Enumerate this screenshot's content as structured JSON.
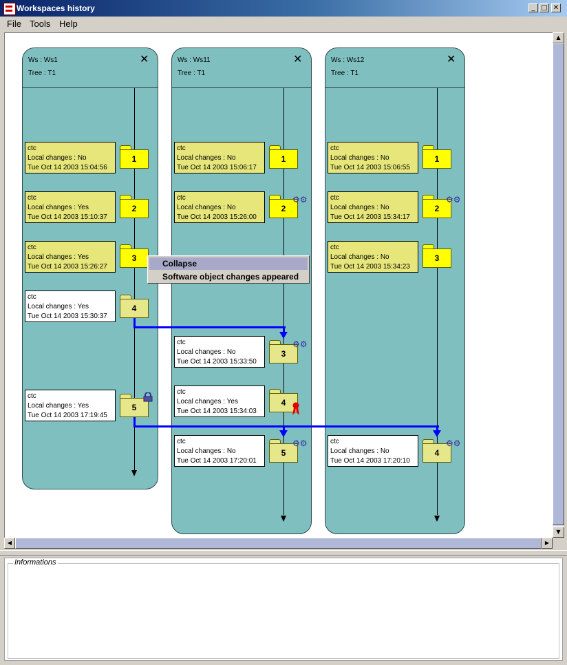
{
  "window": {
    "title": "Workspaces history",
    "minimize_glyph": "_",
    "maximize_glyph": "□",
    "close_glyph": "✕"
  },
  "menu": {
    "file": "File",
    "tools": "Tools",
    "help": "Help"
  },
  "lanes": [
    {
      "ws": "Ws : Ws1",
      "tree": "Tree : T1"
    },
    {
      "ws": "Ws : Ws11",
      "tree": "Tree : T1"
    },
    {
      "ws": "Ws : Ws12",
      "tree": "Tree : T1"
    }
  ],
  "close_glyph": "✕",
  "nodes": {
    "ws1": [
      {
        "user": "ctc",
        "changes": "Local changes : No",
        "date": "Tue Oct 14 2003 15:04:56",
        "num": "1"
      },
      {
        "user": "ctc",
        "changes": "Local changes : Yes",
        "date": "Tue Oct 14 2003 15:10:37",
        "num": "2"
      },
      {
        "user": "ctc",
        "changes": "Local changes : Yes",
        "date": "Tue Oct 14 2003 15:26:27",
        "num": "3"
      },
      {
        "user": "ctc",
        "changes": "Local changes : Yes",
        "date": "Tue Oct 14 2003 15:30:37",
        "num": "4"
      },
      {
        "user": "ctc",
        "changes": "Local changes : Yes",
        "date": "Tue Oct 14 2003 17:19:45",
        "num": "5"
      }
    ],
    "ws11": [
      {
        "user": "ctc",
        "changes": "Local changes : No",
        "date": "Tue Oct 14 2003 15:06:17",
        "num": "1"
      },
      {
        "user": "ctc",
        "changes": "Local changes : No",
        "date": "Tue Oct 14 2003 15:26:00",
        "num": "2"
      },
      {
        "user": "ctc",
        "changes": "Local changes : No",
        "date": "Tue Oct 14 2003 15:33:50",
        "num": "3"
      },
      {
        "user": "ctc",
        "changes": "Local changes : Yes",
        "date": "Tue Oct 14 2003 15:34:03",
        "num": "4"
      },
      {
        "user": "ctc",
        "changes": "Local changes : No",
        "date": "Tue Oct 14 2003 17:20:01",
        "num": "5"
      }
    ],
    "ws12": [
      {
        "user": "ctc",
        "changes": "Local changes : No",
        "date": "Tue Oct 14 2003 15:06:55",
        "num": "1"
      },
      {
        "user": "ctc",
        "changes": "Local changes : No",
        "date": "Tue Oct 14 2003 15:34:17",
        "num": "2"
      },
      {
        "user": "ctc",
        "changes": "Local changes : No",
        "date": "Tue Oct 14 2003 15:34:23",
        "num": "3"
      },
      {
        "user": "ctc",
        "changes": "Local changes : No",
        "date": "Tue Oct 14 2003 17:20:10",
        "num": "4"
      }
    ]
  },
  "context_menu": {
    "collapse": "Collapse",
    "software_changes": "Software object changes appeared"
  },
  "informations": {
    "label": "Informations"
  },
  "icons": {
    "gear": "gear-icon",
    "ribbon": "ribbon-icon",
    "lock": "lock-icon"
  },
  "colors": {
    "lane": "#80bfc0",
    "folder_active": "#ffff00",
    "link": "#0000ff"
  }
}
